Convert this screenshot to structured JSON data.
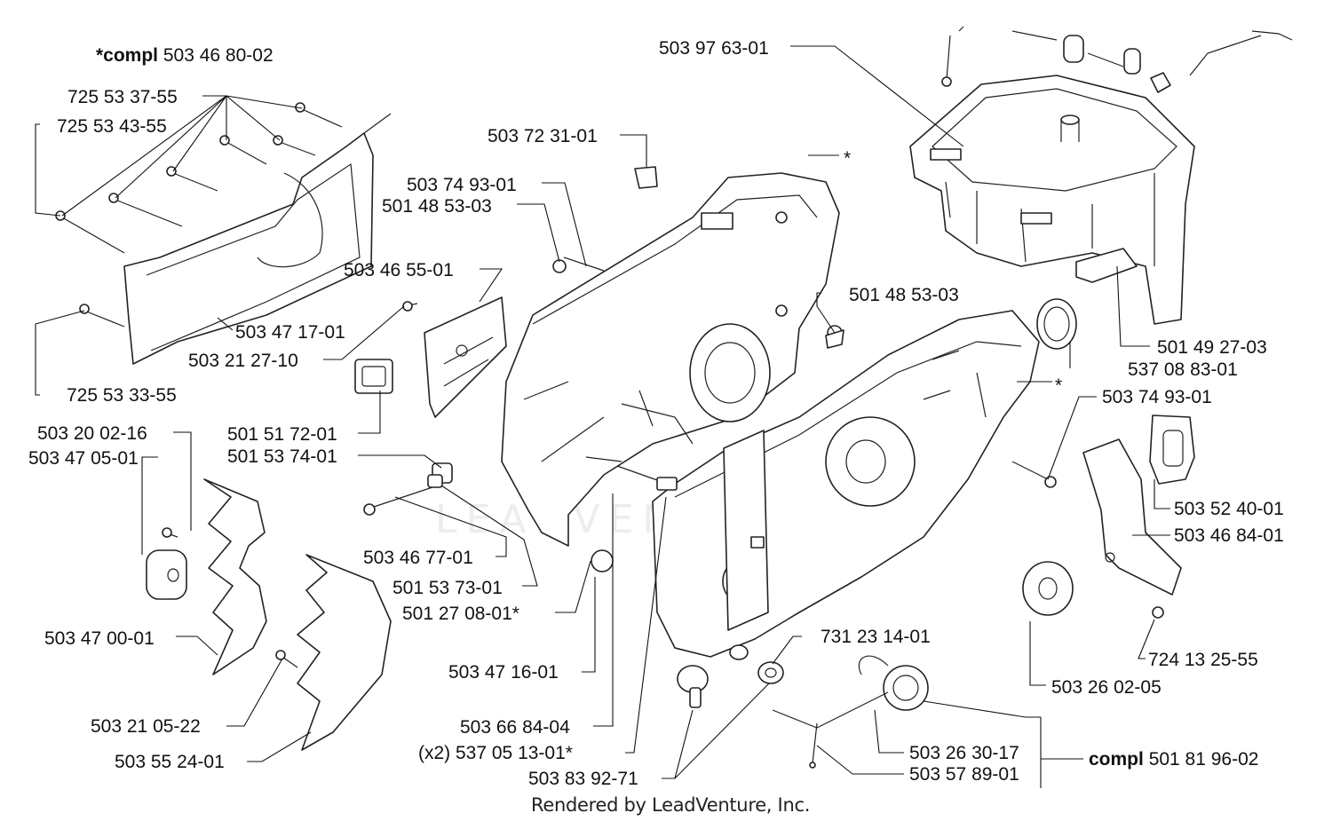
{
  "diagram": {
    "assembly_main": {
      "prefix": "*compl",
      "number": "503 46 80-02"
    },
    "assembly_filler": {
      "prefix": "compl",
      "number": "501 81 96-02"
    },
    "labels": {
      "p503976301": "503 97 63-01",
      "p725533755": "725 53 37-55",
      "p725534355": "725 53 43-55",
      "p503723101": "503 72 31-01",
      "star_top": "*",
      "p503749301a": "503 74 93-01",
      "p501485303a": "501 48 53-03",
      "p503465501": "503 46 55-01",
      "p501485303b": "501 48 53-03",
      "p503471701": "503 47 17-01",
      "p501492703": "501 49 27-03",
      "p503212710": "503 21 27-10",
      "p537088301": "537 08 83-01",
      "star_mid": "*",
      "p725533355": "725 53 33-55",
      "p503749301b": "503 74 93-01",
      "p503200216": "503 20 02-16",
      "p501517201": "501 51 72-01",
      "p503470501": "503 47 05-01",
      "p501537401": "501 53 74-01",
      "p503524001": "503 52 40-01",
      "p503468401": "503 46 84-01",
      "p503467701": "503 46 77-01",
      "p501537301": "501 53 73-01",
      "p501270801": "501 27 08-01*",
      "p503470001": "503 47 00-01",
      "p731231401": "731 23 14-01",
      "p724132555": "724 13 25-55",
      "p503471601": "503 47 16-01",
      "p503260205": "503 26 02-05",
      "p503210522": "503 21 05-22",
      "p503668404": "503 66 84-04",
      "p537051301": "(x2) 537 05 13-01*",
      "p503263017": "503 26 30-17",
      "p503552401": "503 55 24-01",
      "p503578901": "503 57 89-01",
      "p503839271": "503 83 92-71"
    },
    "watermark": "LEADVENTURE",
    "footer": "Rendered by LeadVenture, Inc."
  }
}
